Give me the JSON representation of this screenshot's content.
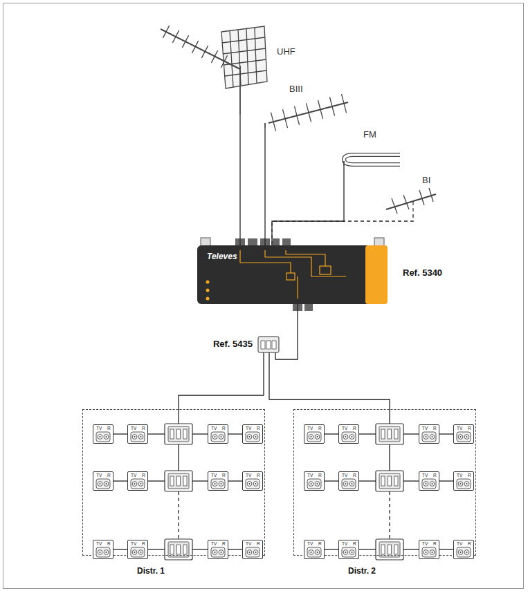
{
  "diagram": {
    "nodes": [
      {
        "text": [
          "UHF"
        ]
      },
      {
        "text": [
          "BIII"
        ]
      },
      {
        "text": [
          "FM"
        ]
      },
      {
        "text": [
          "BI"
        ]
      },
      {
        "text": [
          "Televes",
          "Ref. 5340"
        ]
      },
      {
        "text": [
          "Ref. 5435"
        ]
      },
      {
        "text": [
          "Distr. 1"
        ]
      },
      {
        "text": [
          "TV",
          "R"
        ],
        "in": 6
      },
      {
        "text": [
          "TV",
          "R"
        ],
        "in": 6
      },
      {
        "text": [
          "TV",
          "R"
        ],
        "in": 6
      },
      {
        "text": [
          "TV",
          "R"
        ],
        "in": 6
      },
      {
        "text": [
          "TV",
          "R"
        ],
        "in": 6
      },
      {
        "text": [
          "TV",
          "R"
        ],
        "in": 6
      },
      {
        "text": [
          "TV",
          "R"
        ],
        "in": 6
      },
      {
        "text": [
          "TV",
          "R"
        ],
        "in": 6
      },
      {
        "text": [
          "TV",
          "R"
        ],
        "in": 6
      },
      {
        "text": [
          "TV",
          "R"
        ],
        "in": 6
      },
      {
        "text": [
          "TV",
          "R"
        ],
        "in": 6
      },
      {
        "text": [
          "TV",
          "R"
        ],
        "in": 6
      },
      {
        "text": [
          "Distr. 2"
        ]
      },
      {
        "text": [
          "TV",
          "R"
        ],
        "in": 19
      },
      {
        "text": [
          "TV",
          "R"
        ],
        "in": 19
      },
      {
        "text": [
          "TV",
          "R"
        ],
        "in": 19
      },
      {
        "text": [
          "TV",
          "R"
        ],
        "in": 19
      },
      {
        "text": [
          "TV",
          "R"
        ],
        "in": 19
      },
      {
        "text": [
          "TV",
          "R"
        ],
        "in": 19
      },
      {
        "text": [
          "TV",
          "R"
        ],
        "in": 19
      },
      {
        "text": [
          "TV",
          "R"
        ],
        "in": 19
      },
      {
        "text": [
          "TV",
          "R"
        ],
        "in": 19
      },
      {
        "text": [
          "TV",
          "R"
        ],
        "in": 19
      },
      {
        "text": [
          "TV",
          "R"
        ],
        "in": 19
      },
      {
        "text": [
          "TV",
          "R"
        ],
        "in": 19
      }
    ],
    "edges": [
      {
        "from": 0,
        "to": 4,
        "arrow": "none"
      },
      {
        "from": 1,
        "to": 4,
        "arrow": "none"
      },
      {
        "from": 2,
        "to": 4,
        "arrow": "none"
      },
      {
        "from": 3,
        "to": 4,
        "arrow": "none"
      },
      {
        "from": 4,
        "to": 5,
        "arrow": "none"
      },
      {
        "from": 5,
        "to": 6,
        "arrow": "none"
      },
      {
        "from": 5,
        "to": 19,
        "arrow": "none"
      }
    ]
  }
}
